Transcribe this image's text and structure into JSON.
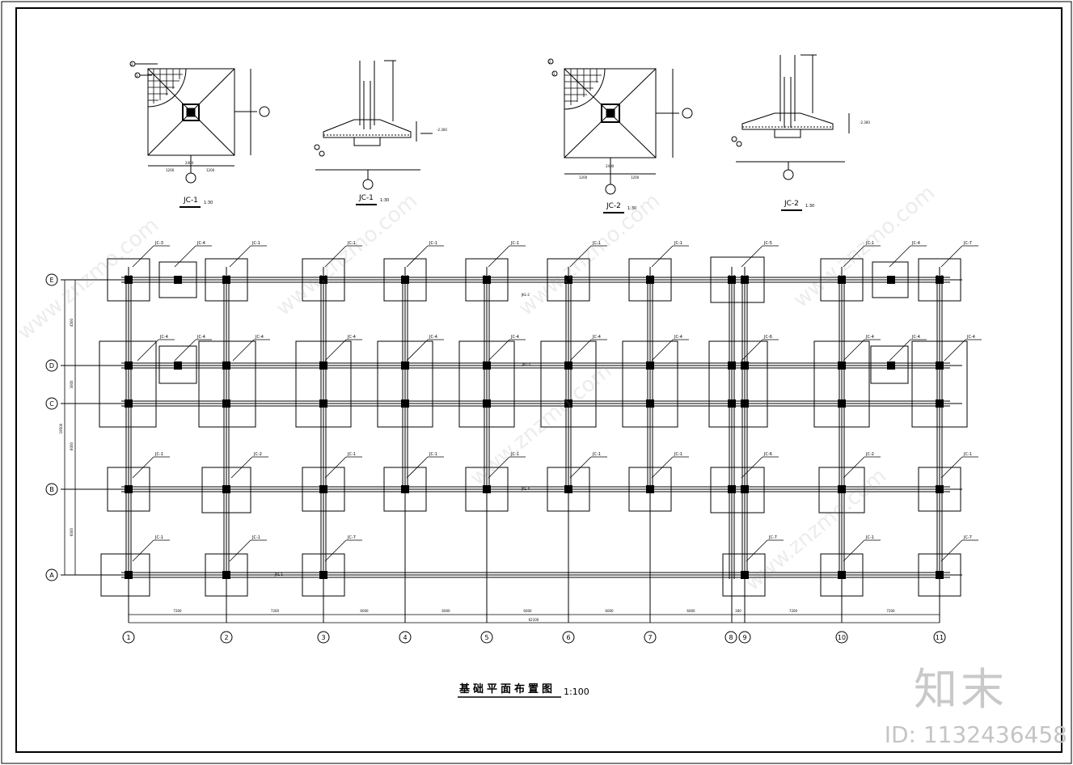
{
  "details": [
    {
      "label": "JC-1",
      "scale": "1:30"
    },
    {
      "label": "JC-1",
      "scale": "1:30"
    },
    {
      "label": "JC-2",
      "scale": "1:30"
    },
    {
      "label": "JC-2",
      "scale": "1:30"
    }
  ],
  "detail_dims": {
    "plan_total": "2400",
    "plan_half": "1200",
    "section_level": "-2.300",
    "leader_1": "1",
    "leader_2": "2"
  },
  "plan": {
    "title": "基础平面布置图",
    "scale": "1:100",
    "grid_cols": [
      "1",
      "2",
      "3",
      "4",
      "5",
      "6",
      "7",
      "8",
      "9",
      "10",
      "11"
    ],
    "grid_rows": [
      "E",
      "D",
      "C",
      "B",
      "A"
    ],
    "bay_dims": [
      "7200",
      "7200",
      "6000",
      "6000",
      "6000",
      "6000",
      "6000",
      "300",
      "7200",
      "7200"
    ],
    "total_dim": "62100",
    "row_dims": [
      "4500",
      "3000",
      "6000",
      "6000"
    ],
    "row_total": "19500",
    "footing_tags": {
      "E": [
        "JC-3",
        "JC-4",
        "JC-1",
        "JC-1",
        "JC-1",
        "JC-1",
        "JC-1",
        "JC-1",
        "JC-5",
        "JC-1",
        "JC-4",
        "JC-7"
      ],
      "D": [
        "JC-4",
        "JC-4",
        "JC-4",
        "JC-4",
        "JC-4",
        "JC-4",
        "JC-4",
        "JC-4",
        "JC-6",
        "JC-4",
        "JC-4",
        "JC-4"
      ],
      "B": [
        "JC-1",
        "JC-2",
        "JC-1",
        "JC-1",
        "JC-1",
        "JC-1",
        "JC-1",
        "JC-6",
        "JC-2",
        "JC-1"
      ],
      "A": [
        "JC-1",
        "JC-1",
        "JC-7",
        "JC-7",
        "JC-1",
        "JC-7"
      ]
    },
    "beam_tags": [
      "JKL-1",
      "JKL-2",
      "JKL-3",
      "JKL-4"
    ]
  },
  "brand": {
    "name": "知末",
    "id": "ID: 1132436458"
  },
  "watermark": "www.znzmo.com"
}
